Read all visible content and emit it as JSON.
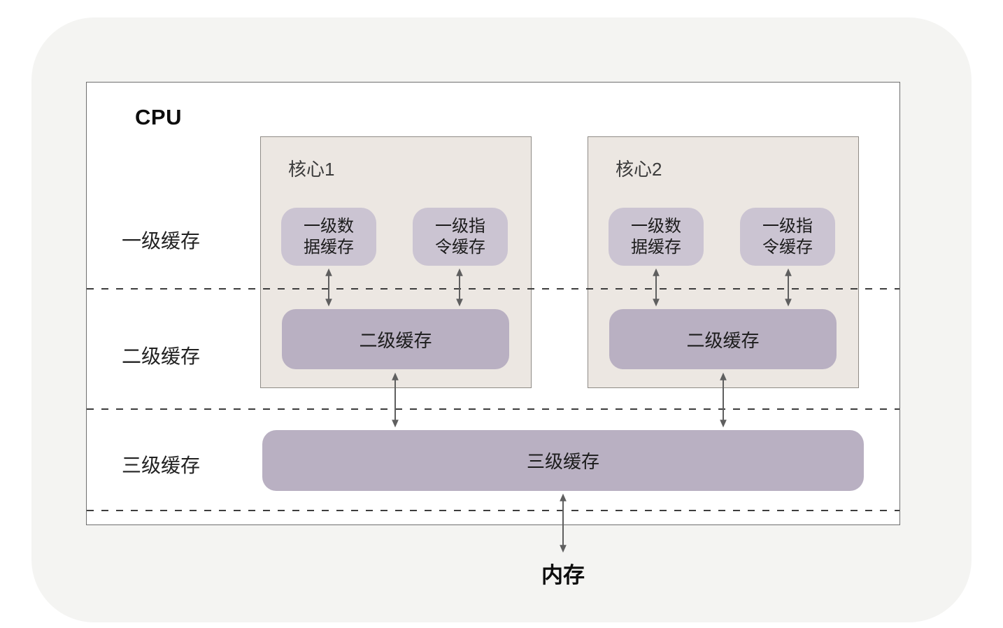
{
  "diagram": {
    "cpu_label": "CPU",
    "memory_label": "内存",
    "level_labels": [
      "一级缓存",
      "二级缓存",
      "三级缓存"
    ],
    "l3_label": "三级缓存",
    "cores": [
      {
        "name": "核心1",
        "l1_data_line1": "一级数",
        "l1_data_line2": "据缓存",
        "l1_inst_line1": "一级指",
        "l1_inst_line2": "令缓存",
        "l2_label": "二级缓存"
      },
      {
        "name": "核心2",
        "l1_data_line1": "一级数",
        "l1_data_line2": "据缓存",
        "l1_inst_line1": "一级指",
        "l1_inst_line2": "令缓存",
        "l2_label": "二级缓存"
      }
    ],
    "colors": {
      "panel_bg": "#f4f4f2",
      "cpu_box_bg": "#ffffff",
      "cpu_box_border": "#6e6e6e",
      "core_bg": "#ece7e2",
      "core_border": "#8f8b86",
      "l1_fill": "#cbc4d2",
      "l2_fill": "#b9b0c2",
      "l3_fill": "#b9b0c2",
      "arrow": "#5f5f5f",
      "dashed_line": "#3d3d3d",
      "text": "#1c1c1c"
    }
  }
}
